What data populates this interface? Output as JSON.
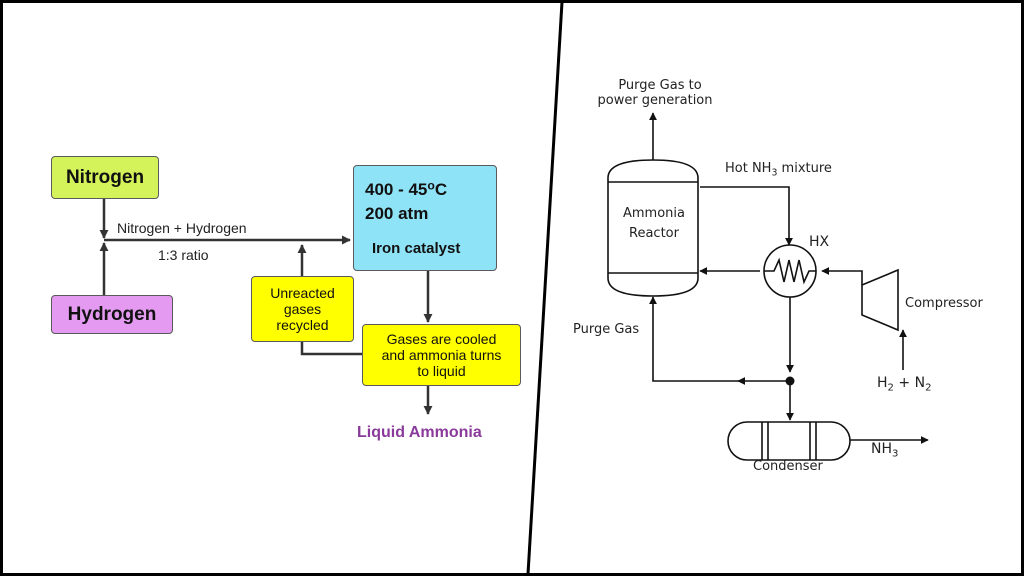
{
  "left": {
    "nitrogen": "Nitrogen",
    "hydrogen": "Hydrogen",
    "mix_label": "Nitrogen + Hydrogen",
    "ratio": "1:3 ratio",
    "reactor": {
      "temp_prefix": "400 - 45",
      "temp_sup": "o",
      "temp_suffix": "C",
      "pressure": "200 atm",
      "catalyst": "Iron catalyst"
    },
    "recycle": {
      "line1": "Unreacted",
      "line2": "gases",
      "line3": "recycled"
    },
    "cooling": {
      "line1": "Gases are cooled",
      "line2": "and ammonia turns",
      "line3": "to liquid"
    },
    "product": "Liquid Ammonia",
    "colors": {
      "nitrogen": "#d4f25a",
      "hydrogen": "#e49af0",
      "reactor": "#8fe3f7",
      "note": "#ffff00",
      "product": "#8a3a9a"
    }
  },
  "right": {
    "purge_top_line1": "Purge Gas to",
    "purge_top_line2": "power generation",
    "hot_prefix": "Hot NH",
    "hot_sub": "3",
    "hot_suffix": " mixture",
    "reactor_line1": "Ammonia",
    "reactor_line2": "Reactor",
    "hx": "HX",
    "compressor": "Compressor",
    "purge_gas": "Purge Gas",
    "feed_h": "H",
    "feed_h_sub": "2",
    "feed_plus": " + N",
    "feed_n_sub": "2",
    "condenser": "Condenser",
    "product_prefix": "NH",
    "product_sub": "3"
  }
}
